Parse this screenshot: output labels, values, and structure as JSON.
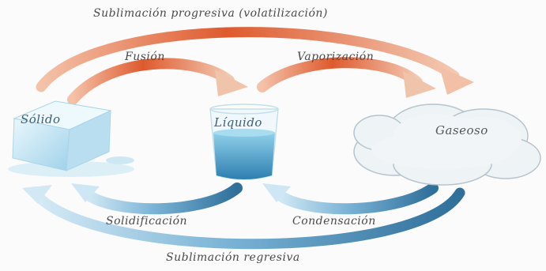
{
  "labels": {
    "sublimacion_progresiva": "Sublimación progresiva (volatilización)",
    "fusion": "Fusión",
    "vaporizacion": "Vaporización",
    "solido": "Sólido",
    "liquido": "Líquido",
    "gaseoso": "Gaseoso",
    "solidificacion": "Solidificación",
    "condensacion": "Condensación",
    "sublimacion_regresiva": "Sublimación regresiva"
  },
  "colors": {
    "warm_arrow": "#e0683a",
    "cool_arrow": "#5a95bd",
    "ice": "#bfe3f2",
    "water": "#4aa6d2",
    "cloud": "#eef3f6"
  }
}
